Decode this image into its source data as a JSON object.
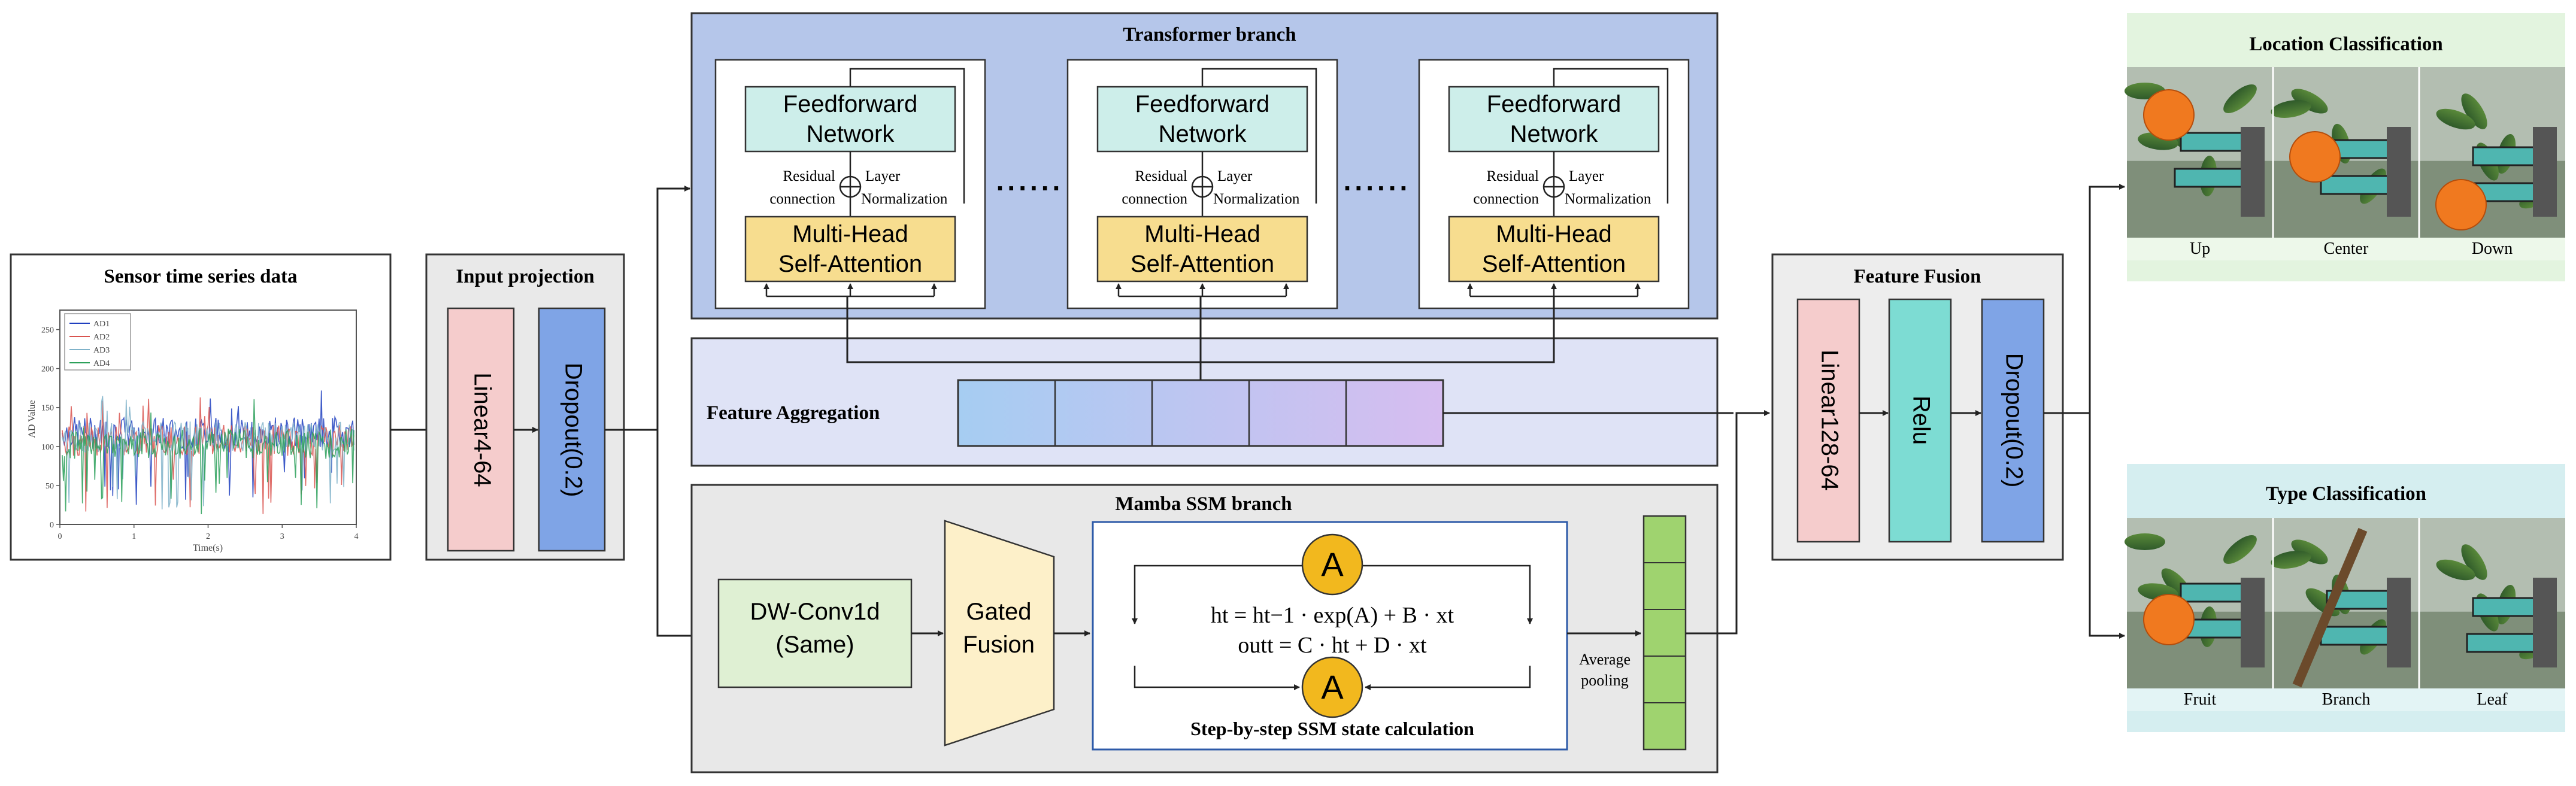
{
  "sensor": {
    "title": "Sensor time series data",
    "legend": [
      "AD1",
      "AD2",
      "AD3",
      "AD4"
    ],
    "ylabel": "AD Value",
    "xlabel": "Time(s)",
    "yticks": [
      "0",
      "50",
      "100",
      "150",
      "200",
      "250"
    ],
    "xticks": [
      "0",
      "1",
      "2",
      "3",
      "4"
    ],
    "colors": [
      "#1f3fbf",
      "#d9534f",
      "#7fb2c9",
      "#2ca05a"
    ]
  },
  "input_projection": {
    "title": "Input projection",
    "linear": "Linear4-64",
    "dropout": "Dropout(0.2)",
    "colors": {
      "linear": "#f5cccc",
      "dropout": "#7fa4e6",
      "box": "#e9e9e9"
    }
  },
  "transformer": {
    "title": "Transformer branch",
    "ffn": "Feedforward Network",
    "mha": "Multi-Head Self-Attention",
    "residual": "Residual connection",
    "layernorm": "Layer Normalization",
    "dots": "......",
    "colors": {
      "panel": "#b5c6ea",
      "ffn": "#cdeeea",
      "mha": "#f7dd8f"
    }
  },
  "aggregation": {
    "title": "Feature Aggregation",
    "colors": {
      "panel": "#dfe3f6"
    }
  },
  "mamba": {
    "title": "Mamba SSM branch",
    "conv": "DW-Conv1d (Same)",
    "gated": "Gated Fusion",
    "eq1_lhs": "h",
    "eq1_rhs": "= h",
    "formula1": "ht = ht−1 · exp(A) + B · xt",
    "formula2": "outt = C · ht + D · xt",
    "a_label": "A",
    "ssm_caption": "Step-by-step SSM state calculation",
    "pooling": "Average pooling",
    "colors": {
      "panel": "#e8e8e8",
      "conv": "#dff0d3",
      "gated": "#fdf0c9",
      "a": "#f2b81e",
      "pool": "#9fd36f"
    }
  },
  "fusion": {
    "title": "Feature Fusion",
    "linear": "Linear128-64",
    "relu": "Relu",
    "dropout": "Dropout(0.2)",
    "colors": {
      "linear": "#f5cccc",
      "relu": "#7ddcd3",
      "dropout": "#7fa4e6",
      "box": "#ededed"
    }
  },
  "location": {
    "title": "Location Classification",
    "labels": [
      "Up",
      "Center",
      "Down"
    ],
    "colors": {
      "panel": "#e3f4df"
    }
  },
  "type": {
    "title": "Type Classification",
    "labels": [
      "Fruit",
      "Branch",
      "Leaf"
    ],
    "colors": {
      "panel": "#d5eef0"
    }
  }
}
